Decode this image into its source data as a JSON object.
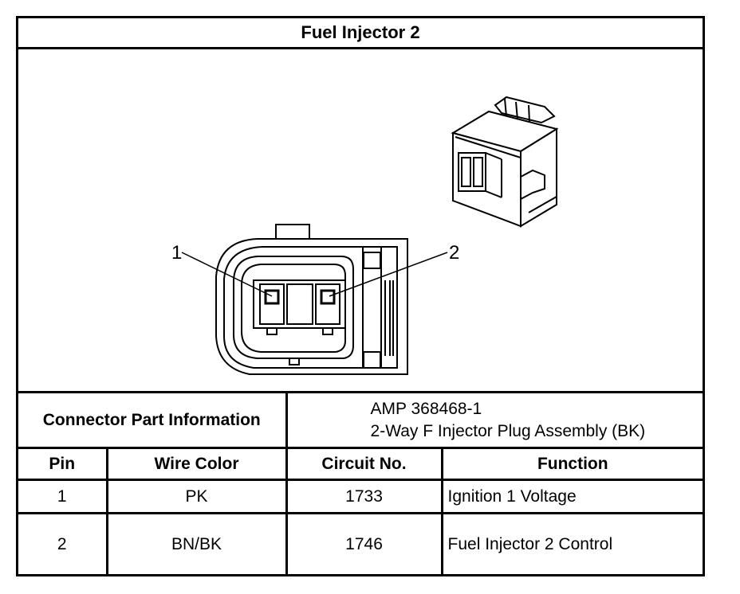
{
  "title": "Fuel Injector 2",
  "diagram": {
    "pin1_label": "1",
    "pin2_label": "2"
  },
  "connector_part_info": {
    "label": "Connector Part Information",
    "part_number": "AMP 368468-1",
    "description": "2-Way F Injector Plug Assembly (BK)"
  },
  "table": {
    "headers": [
      "Pin",
      "Wire Color",
      "Circuit No.",
      "Function"
    ],
    "rows": [
      {
        "pin": "1",
        "wire_color": "PK",
        "circuit": "1733",
        "function": "Ignition 1 Voltage"
      },
      {
        "pin": "2",
        "wire_color": "BN/BK",
        "circuit": "1746",
        "function": "Fuel Injector 2 Control"
      }
    ]
  }
}
